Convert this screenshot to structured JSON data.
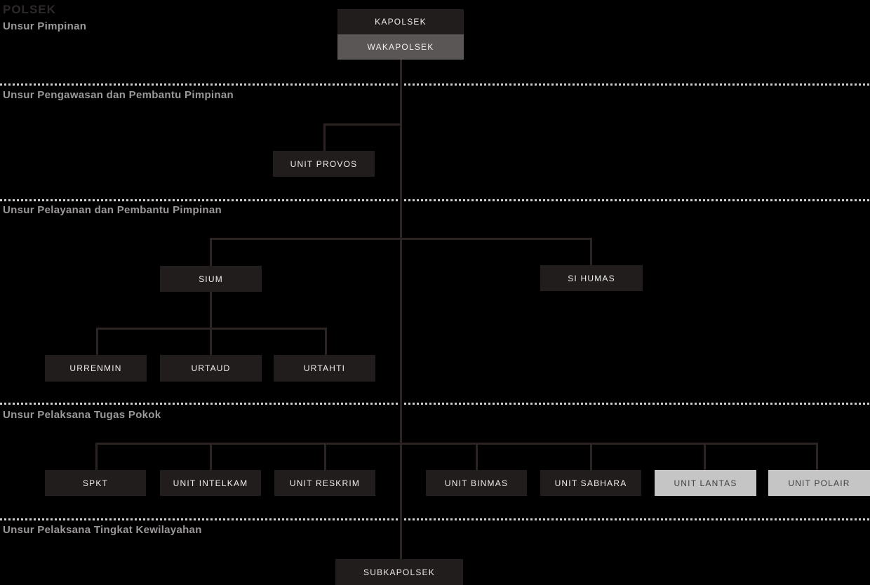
{
  "title": "POLSEK",
  "colors": {
    "background": "#000000",
    "node_dark_bg": "#211d1d",
    "node_dark_text": "#efeded",
    "node_gray_bg": "#5a5656",
    "node_light_bg": "#c6c5c5",
    "node_light_text": "#433f3f",
    "connector_line": "#2b2422",
    "dashed_divider": "#cfcfcf",
    "section_label": "#9c9999",
    "title_text": "#2e2929"
  },
  "sections": [
    {
      "label": "Unsur Pimpinan"
    },
    {
      "label": "Unsur Pengawasan dan Pembantu Pimpinan"
    },
    {
      "label": "Unsur Pelayanan dan Pembantu Pimpinan"
    },
    {
      "label": "Unsur Pelaksana Tugas Pokok"
    },
    {
      "label": "Unsur Pelaksana Tingkat Kewilayahan"
    }
  ],
  "nodes": {
    "kapolsek": {
      "label": "KAPOLSEK"
    },
    "wakapolsek": {
      "label": "WAKAPOLSEK"
    },
    "unit_provos": {
      "label": "UNIT PROVOS"
    },
    "sium": {
      "label": "SIUM"
    },
    "si_humas": {
      "label": "SI HUMAS"
    },
    "urrenmin": {
      "label": "URRENMIN"
    },
    "urtaud": {
      "label": "URTAUD"
    },
    "urtahti": {
      "label": "URTAHTI"
    },
    "spkt": {
      "label": "SPKT"
    },
    "unit_intelkam": {
      "label": "UNIT INTELKAM"
    },
    "unit_reskrim": {
      "label": "UNIT RESKRIM"
    },
    "unit_binmas": {
      "label": "UNIT BINMAS"
    },
    "unit_sabhara": {
      "label": "UNIT SABHARA"
    },
    "unit_lantas": {
      "label": "UNIT LANTAS"
    },
    "unit_polair": {
      "label": "UNIT POLAIR"
    },
    "subkapolsek": {
      "label": "SUBKAPOLSEK"
    }
  }
}
